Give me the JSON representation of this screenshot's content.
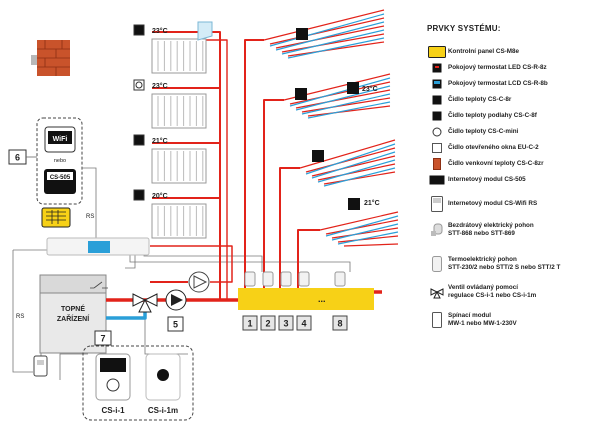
{
  "legend": {
    "title": "PRVKY SYSTÉMU:",
    "items": [
      {
        "label": "Kontrolní panel CS-M8e",
        "icon": "control-panel-icon"
      },
      {
        "label": "Pokojový termostat LED CS-R-8z",
        "icon": "room-thermostat-led-icon"
      },
      {
        "label": "Pokojový termostat LCD CS-R-8b",
        "icon": "room-thermostat-lcd-icon"
      },
      {
        "label": "Čidlo teploty CS-C-8r",
        "icon": "temperature-sensor-icon"
      },
      {
        "label": "Čidlo teploty podlahy CS-C-8f",
        "icon": "floor-sensor-icon"
      },
      {
        "label": "Čidlo teploty CS-C-mini",
        "icon": "mini-sensor-icon"
      },
      {
        "label": "Čidlo otevřeného okna EU-C-2",
        "icon": "window-sensor-icon"
      },
      {
        "label": "Čidlo venkovní teploty CS-C-8zr",
        "icon": "outdoor-sensor-icon"
      },
      {
        "label": "Internetový modul CS-505",
        "icon": "internet-module-505-icon"
      },
      {
        "label": "Internetový modul CS-Wifi RS",
        "icon": "wifi-module-icon"
      },
      {
        "label": "Bezdrátový elektrický pohon\nSTT-868 nebo STT-869",
        "icon": "wireless-actuator-icon"
      },
      {
        "label": "Termoelektrický pohon\nSTT-230/2 nebo STT/2 S nebo STT/2 T",
        "icon": "thermo-actuator-icon"
      },
      {
        "label": "Ventil ovládaný pomocí\nregulace CS-i-1 nebo CS-i-1m",
        "icon": "mixing-valve-icon"
      },
      {
        "label": "Spínací modul\nMW-1 nebo MW-1-230V",
        "icon": "switch-module-icon"
      }
    ]
  },
  "diagram": {
    "radiator_temps": [
      "23°C",
      "23°C",
      "21°C",
      "20°C"
    ],
    "floor_temps": [
      "23°C",
      "21°C"
    ],
    "heater_label": [
      "TOPNÉ",
      "ZAŘÍZENÍ"
    ],
    "wifi_label": "WiFi",
    "or_label": "nebo",
    "cs505_label": "CS-505",
    "rs_left": "RS",
    "rs_mid": "RS",
    "box6": "6",
    "box7": "7",
    "pump_number": "5",
    "manifold_numbers": [
      "1",
      "2",
      "3",
      "4",
      "8"
    ],
    "dots": "...",
    "controllers": [
      "CS-i-1",
      "CS-i-1m"
    ],
    "colors": {
      "supply": "#e2231a",
      "return": "#2a9fd8",
      "panel": "#f7d117",
      "wire": "#666666",
      "brick": "#c9532b"
    }
  }
}
